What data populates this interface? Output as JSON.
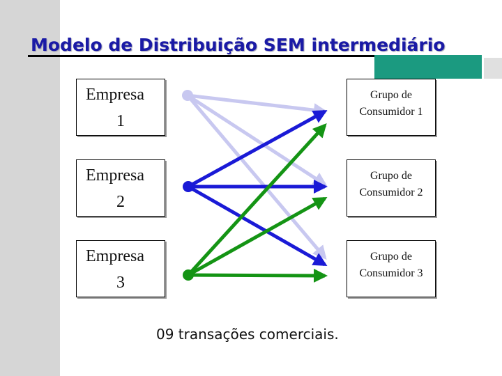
{
  "title": "Modelo de Distribuição SEM intermediário",
  "companies": [
    {
      "line1": "Empresa",
      "line2": "1"
    },
    {
      "line1": "Empresa",
      "line2": "2"
    },
    {
      "line1": "Empresa",
      "line2": "3"
    }
  ],
  "consumers": [
    {
      "line1": "Grupo de",
      "line2": "Consumidor 1"
    },
    {
      "line1": "Grupo de",
      "line2": "Consumidor 2"
    },
    {
      "line1": "Grupo de",
      "line2": "Consumidor 3"
    }
  ],
  "caption": "09 transações comerciais.",
  "colors": {
    "title": "#1a1aa6",
    "company1_arrows": "#c8c8f0",
    "company2_arrows": "#1a1ad6",
    "company3_arrows": "#149414",
    "accent": "#1b9a80"
  }
}
